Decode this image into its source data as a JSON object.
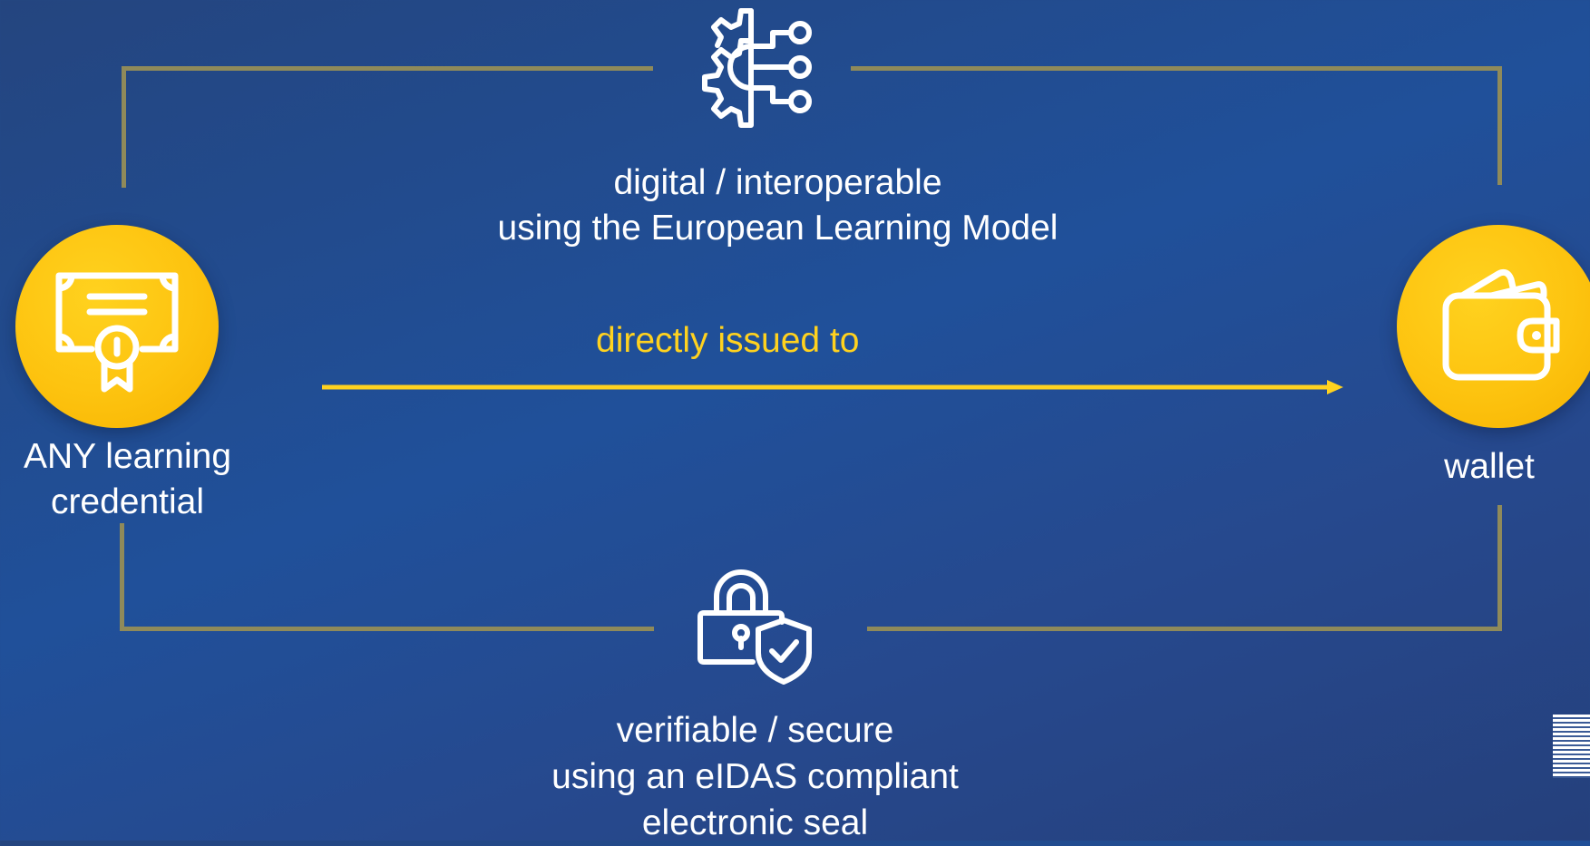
{
  "diagram": {
    "top_label": {
      "line1": "digital / interoperable",
      "line2": "using the European Learning Model"
    },
    "bottom_label": {
      "line1": "verifiable / secure",
      "line2": "using an eIDAS compliant",
      "line3": "electronic seal"
    },
    "left_node": {
      "line1": "ANY learning",
      "line2": "credential",
      "icon": "certificate-icon"
    },
    "right_node": {
      "label": "wallet",
      "icon": "wallet-icon"
    },
    "arrow_label": "directly issued to",
    "top_icon": "gear-network-icon",
    "bottom_icon": "lock-shield-icon",
    "colors": {
      "accent": "#ffd21f",
      "frame": "#8f8a5a",
      "text": "#ffffff",
      "background": "#20509a"
    }
  }
}
